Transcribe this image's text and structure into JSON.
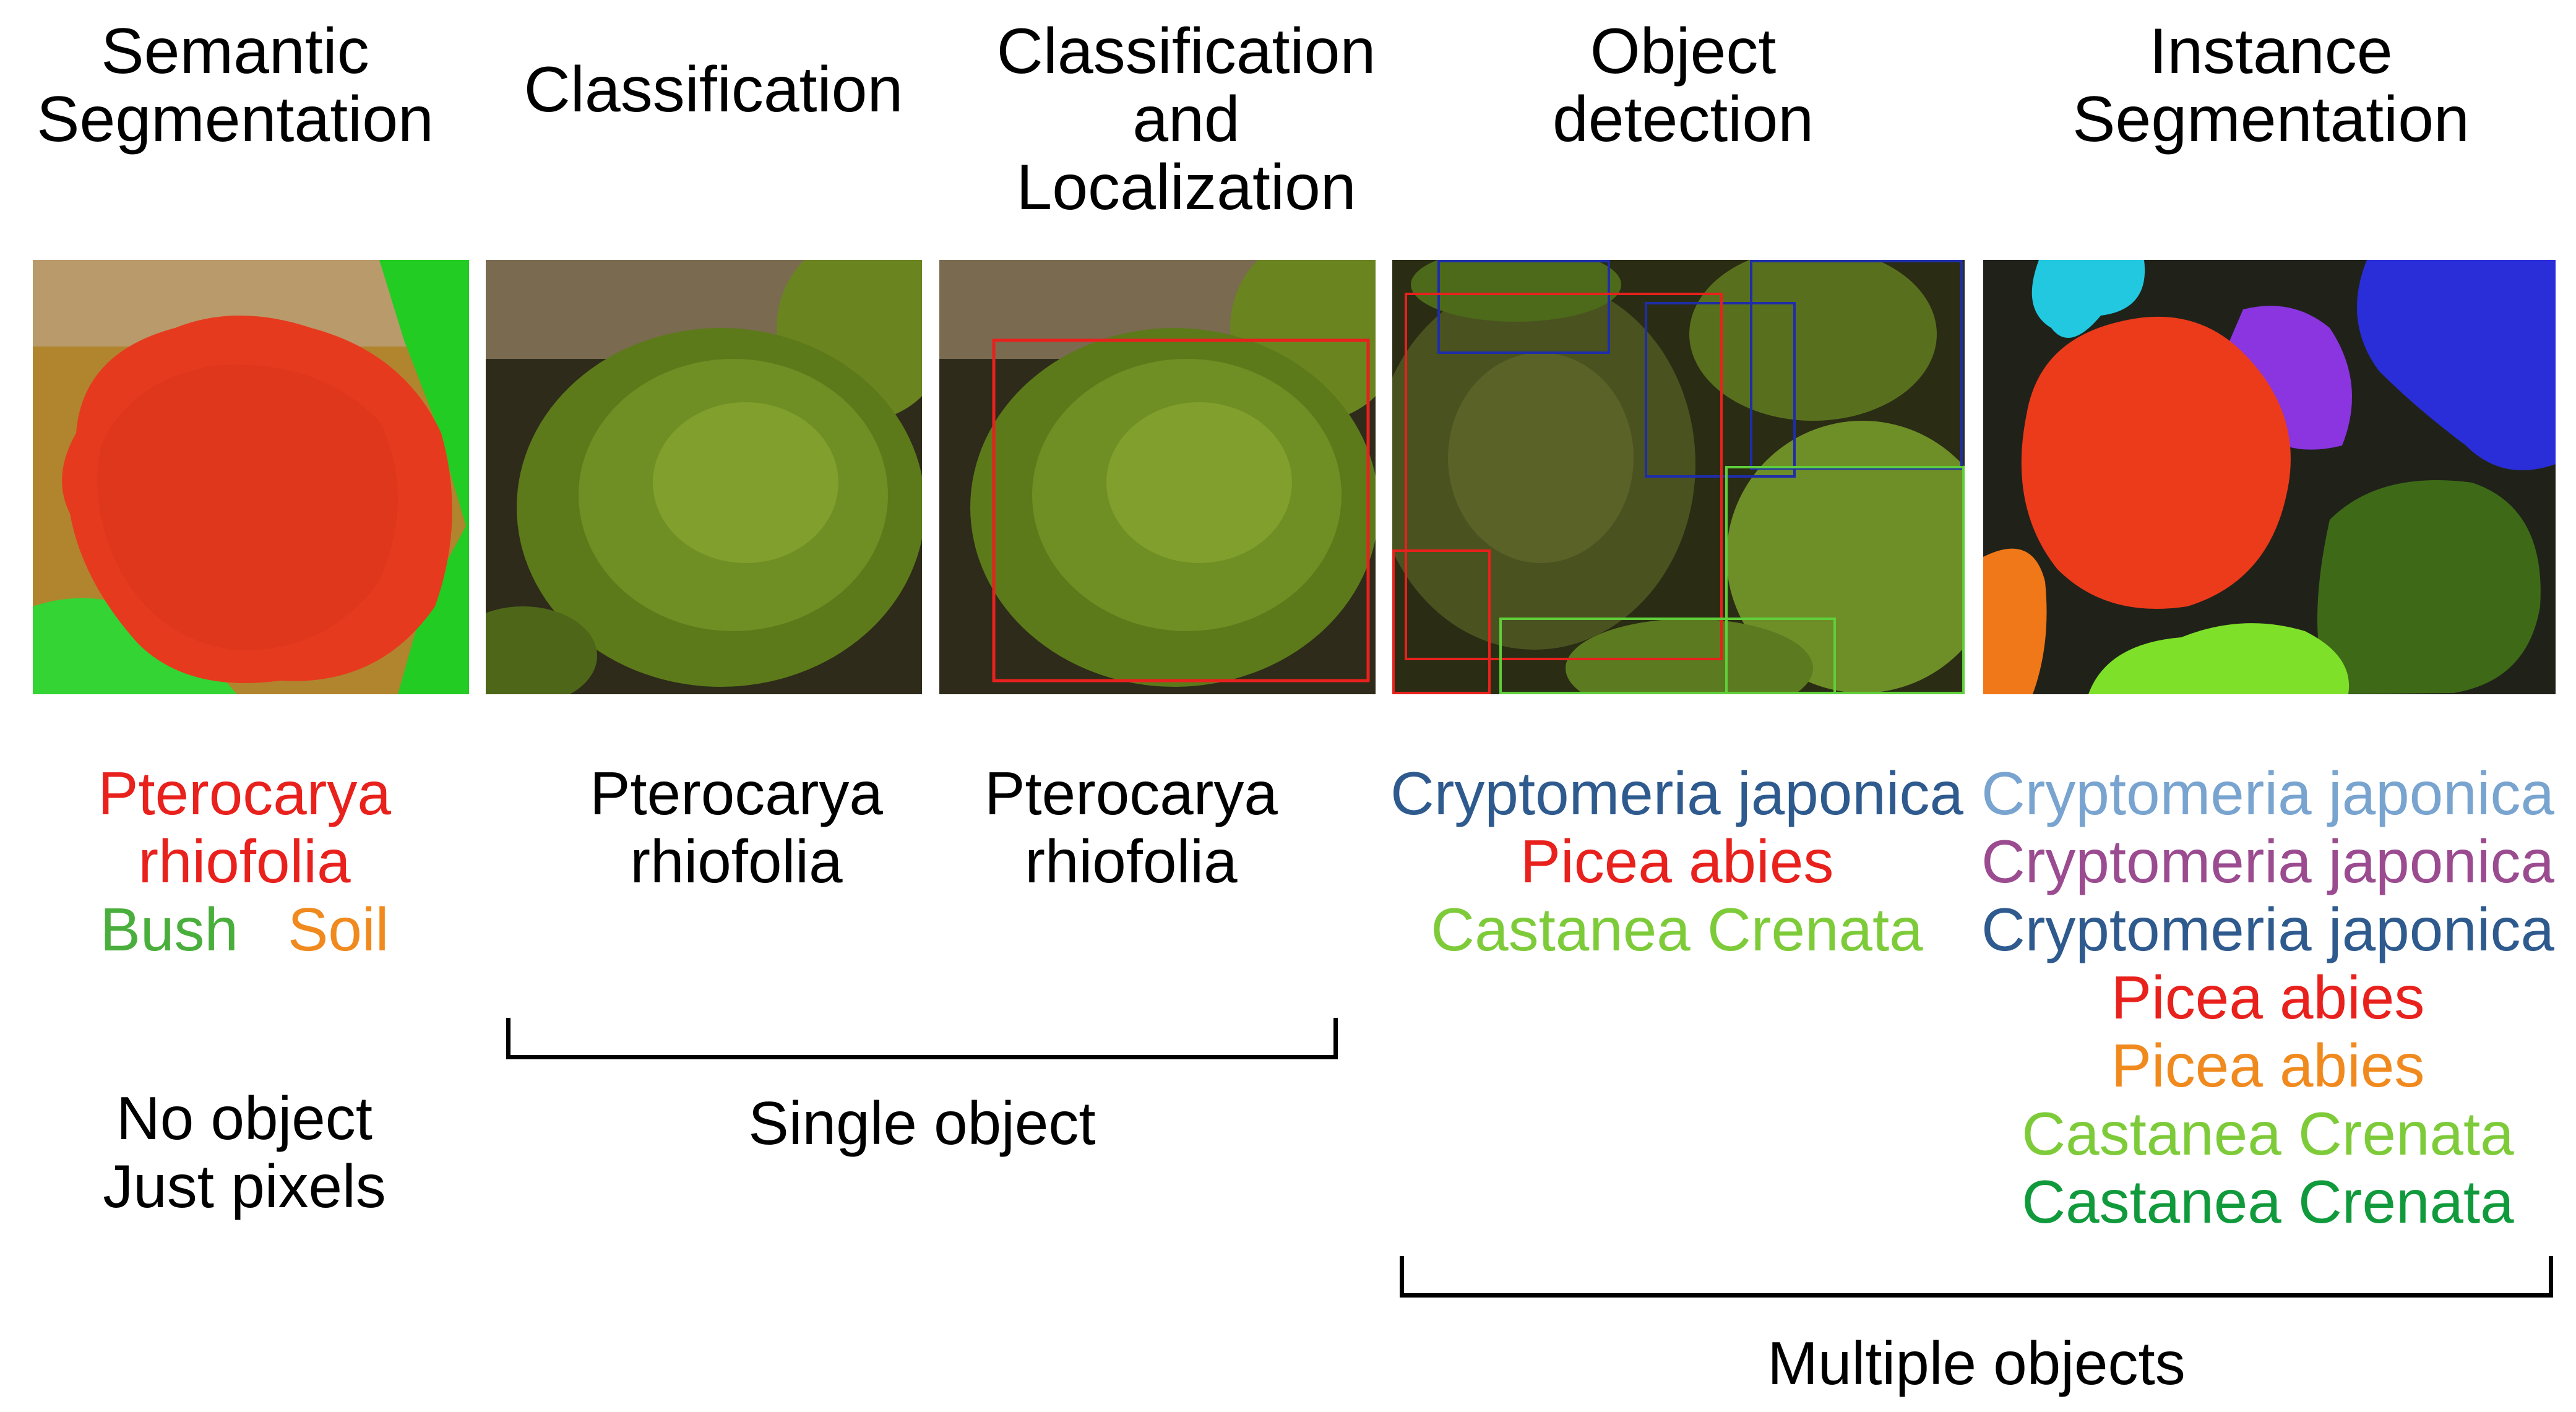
{
  "columns": [
    {
      "title": [
        "Semantic",
        "Segmentation"
      ]
    },
    {
      "title": [
        "Classification"
      ]
    },
    {
      "title": [
        "Classification",
        "and",
        "Localization"
      ]
    },
    {
      "title": [
        "Object",
        "detection"
      ]
    },
    {
      "title": [
        "Instance",
        "Segmentation"
      ]
    }
  ],
  "semantic_labels": {
    "tree": [
      "Pterocarya",
      "rhiofolia"
    ],
    "bush": "Bush",
    "soil": "Soil",
    "note": [
      "No object",
      "Just pixels"
    ]
  },
  "classification_labels": [
    "Pterocarya",
    "rhiofolia"
  ],
  "localization_labels": [
    "Pterocarya",
    "rhiofolia"
  ],
  "detection_labels": [
    {
      "text": "Cryptomeria japonica",
      "color": "#2e5a8e"
    },
    {
      "text": "Picea abies",
      "color": "#e8211d"
    },
    {
      "text": "Castanea Crenata",
      "color": "#7ecb3a"
    }
  ],
  "instance_labels": [
    {
      "text": "Cryptomeria japonica",
      "color": "#78a4cf"
    },
    {
      "text": "Cryptomeria japonica",
      "color": "#9b4b8f"
    },
    {
      "text": "Cryptomeria japonica",
      "color": "#2e5a8e"
    },
    {
      "text": "Picea abies",
      "color": "#e8211d"
    },
    {
      "text": "Picea abies",
      "color": "#f08a1e"
    },
    {
      "text": "Castanea Crenata",
      "color": "#7ecb3a"
    },
    {
      "text": "Castanea Crenata",
      "color": "#119a3c"
    }
  ],
  "groups": {
    "single": "Single object",
    "multiple": "Multiple objects"
  },
  "colors": {
    "tree_red": "#e8211d",
    "bush_green": "#4aae3c",
    "soil_orange": "#f08a1e",
    "box_red": "#e8211d",
    "box_blue": "#1f2ea8",
    "box_green": "#5fcf3a"
  }
}
